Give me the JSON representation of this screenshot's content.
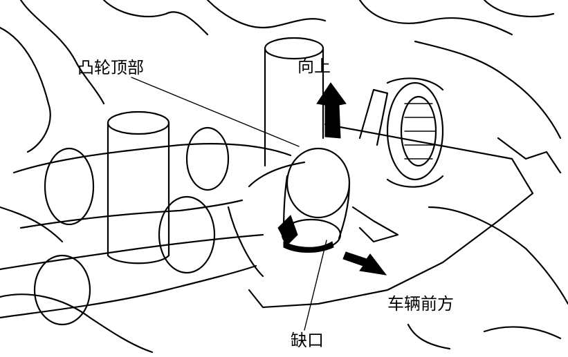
{
  "labels": {
    "cam_top": "凸轮顶部",
    "up": "向上",
    "vehicle_front": "车辆前方",
    "notch": "缺口"
  },
  "colors": {
    "line": "#000000",
    "background": "#ffffff"
  }
}
